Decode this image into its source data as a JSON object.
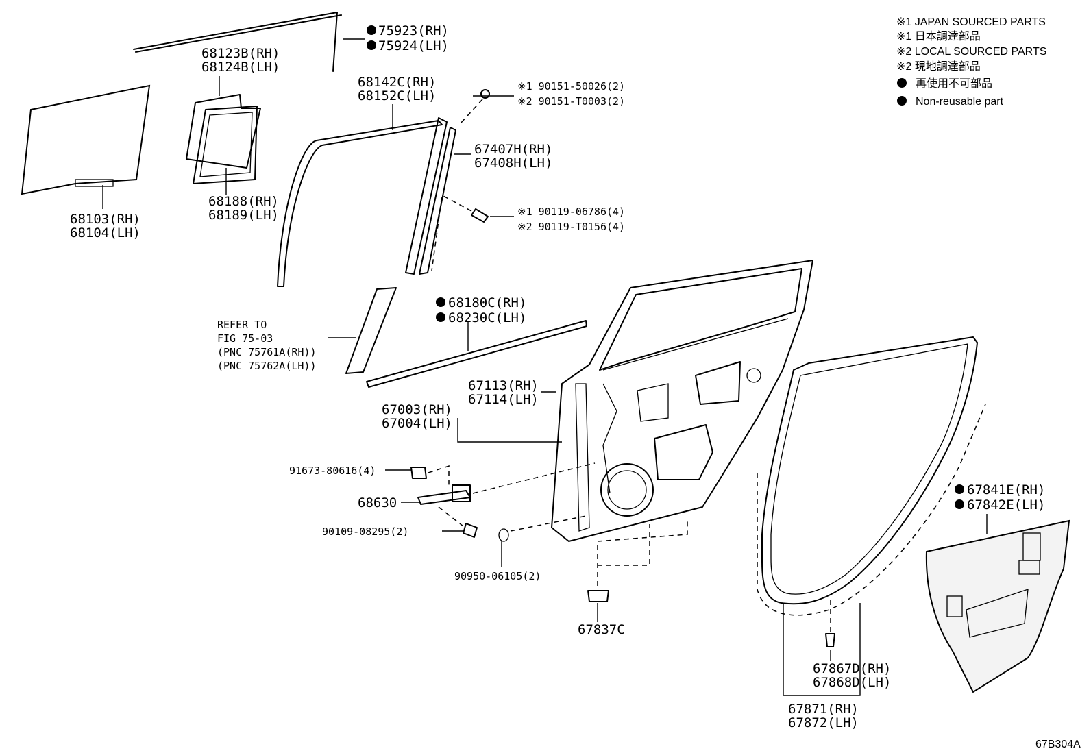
{
  "legend": {
    "line1": "※1 JAPAN SOURCED PARTS",
    "line2": "※1 日本調達部品",
    "line3": "※2 LOCAL SOURCED PARTS",
    "line4": "※2 現地調達部品",
    "line5": "再使用不可部品",
    "line6": "Non-reusable part"
  },
  "callouts": {
    "p75923": "75923(RH)",
    "p75924": "75924(LH)",
    "p68123b": "68123B(RH)",
    "p68124b": "68124B(LH)",
    "p68142c": "68142C(RH)",
    "p68152c": "68152C(LH)",
    "p90151_50026": "※1 90151-50026(2)",
    "p90151_t0003": "※2 90151-T0003(2)",
    "p67407h": "67407H(RH)",
    "p67408h": "67408H(LH)",
    "p90119_06786": "※1 90119-06786(4)",
    "p90119_t0156": "※2 90119-T0156(4)",
    "p68188": "68188(RH)",
    "p68189": "68189(LH)",
    "p68103": "68103(RH)",
    "p68104": "68104(LH)",
    "p68180c": "68180C(RH)",
    "p68230c": "68230C(LH)",
    "refer1": "REFER TO",
    "refer2": "FIG 75-03",
    "refer3": "(PNC 75761A(RH))",
    "refer4": "(PNC 75762A(LH))",
    "p67113": "67113(RH)",
    "p67114": "67114(LH)",
    "p67003": "67003(RH)",
    "p67004": "67004(LH)",
    "p91673": "91673-80616(4)",
    "p68630": "68630",
    "p90109": "90109-08295(2)",
    "p90950": "90950-06105(2)",
    "p67837c": "67837C",
    "p67841e": "67841E(RH)",
    "p67842e": "67842E(LH)",
    "p67867d": "67867D(RH)",
    "p67868d": "67868D(LH)",
    "p67871": "67871(RH)",
    "p67872": "67872(LH)"
  },
  "figure_id": "67B304A"
}
